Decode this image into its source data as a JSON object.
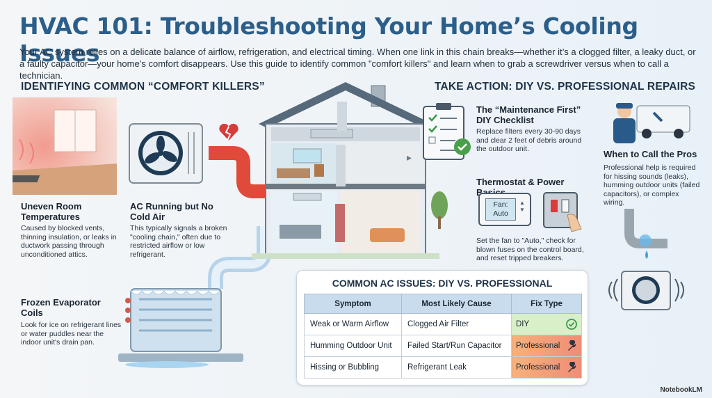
{
  "header": {
    "title": "HVAC 101: Troubleshooting Your Home’s Cooling Issues",
    "intro": "Your AC system relies on a delicate balance of airflow, refrigeration, and electrical timing. When one link in this chain breaks—whether it’s a clogged filter, a leaky duct, or a faulty capacitor—your home’s comfort disappears. Use this guide to identify common \"comfort killers\" and learn when to grab a screwdriver versus when to call a technician."
  },
  "left": {
    "heading": "IDENTIFYING COMMON “COMFORT KILLERS”",
    "uneven": {
      "title": "Uneven Room Temperatures",
      "text": "Caused by blocked vents, thinning insulation, or leaks in ductwork passing through unconditioned attics."
    },
    "no_cold": {
      "title": "AC Running but No Cold Air",
      "text": "This typically signals a broken \"cooling chain,\" often due to restricted airflow or low refrigerant."
    },
    "frozen": {
      "title": "Frozen Evaporator Coils",
      "text": "Look for ice on refrigerant lines or water puddles near the indoor unit's drain pan."
    }
  },
  "right": {
    "heading": "TAKE ACTION: DIY VS. PROFESSIONAL REPAIRS",
    "maintenance": {
      "title": "The “Maintenance First” DIY Checklist",
      "text": "Replace filters every 30-90 days and clear 2 feet of debris around the outdoor unit."
    },
    "pros": {
      "title": "When to Call the Pros",
      "text": "Professional help is required for hissing sounds (leaks), humming outdoor units (failed capacitors), or complex wiring."
    },
    "thermostat": {
      "title": "Thermostat & Power Basics",
      "text": "Set the fan to \"Auto,\" check for blown fuses on the control board, and reset tripped breakers.",
      "display": "Fan:\nAuto"
    }
  },
  "table": {
    "title": "COMMON AC ISSUES: DIY VS. PROFESSIONAL",
    "headers": [
      "Symptom",
      "Most Likely Cause",
      "Fix Type"
    ],
    "rows": [
      [
        "Weak or Warm Airflow",
        "Clogged Air Filter",
        "DIY"
      ],
      [
        "Humming Outdoor Unit",
        "Failed Start/Run Capacitor",
        "Professional"
      ],
      [
        "Hissing or Bubbling",
        "Refrigerant Leak",
        "Professional"
      ]
    ]
  },
  "footer": {
    "brand": "NotebookLM"
  },
  "colors": {
    "title": "#2b5f8a",
    "duct": "#e04a3a",
    "diy": "#d9efc8",
    "pro": "#f39a78"
  },
  "icons": [
    "broken-heart-icon",
    "check-circle-icon",
    "wrench-icon",
    "clipboard-icon",
    "hand-pointer-icon"
  ]
}
